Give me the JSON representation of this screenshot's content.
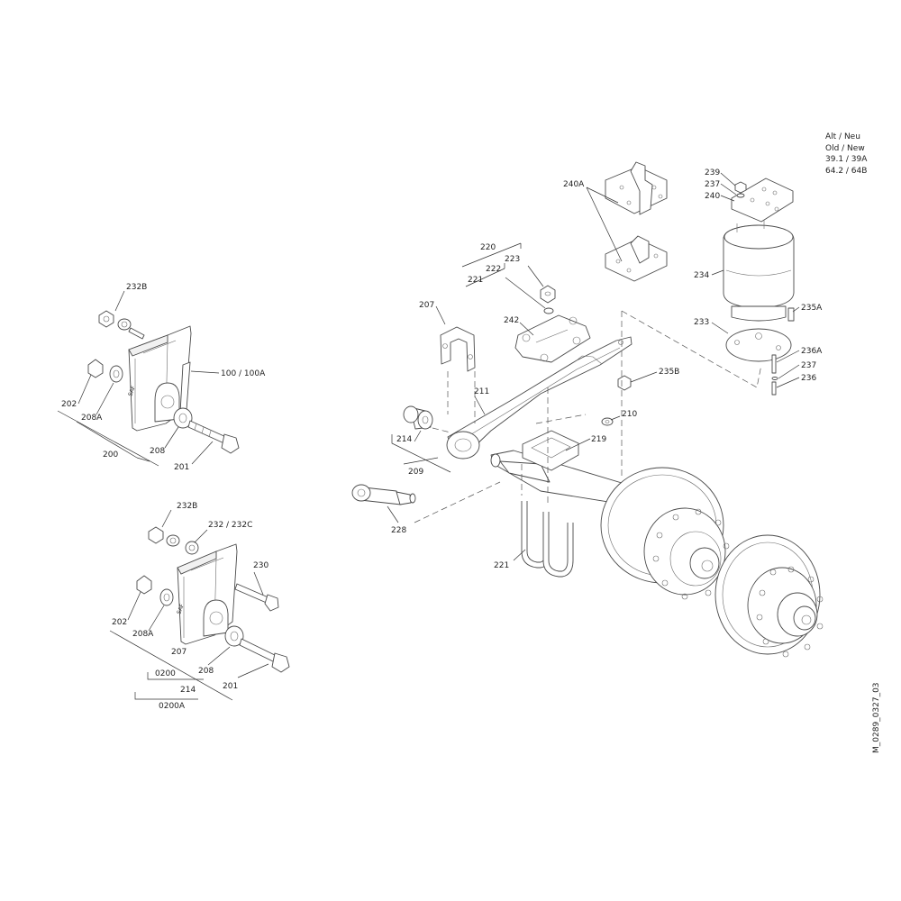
{
  "note": {
    "line1": "Alt / Neu",
    "line2": "Old / New",
    "line3": "39.1 / 39A",
    "line4": "64.2 / 64B"
  },
  "drawing_id": "M_0289_0327_03",
  "callouts": {
    "c232B_top": "232B",
    "c100": "100 / 100A",
    "c202_top": "202",
    "c208A_top": "208A",
    "c208_top": "208",
    "c201_top": "201",
    "c200": "200",
    "c232B_bot": "232B",
    "c232_232C": "232 / 232C",
    "c230": "230",
    "c202_bot": "202",
    "c208A_bot": "208A",
    "c207_bot": "207",
    "c208_bot": "208",
    "c0200": "0200",
    "c214_bot": "214",
    "c201_bot": "201",
    "c0200A": "0200A",
    "c220": "220",
    "c223": "223",
    "c222": "222",
    "c221_top": "221",
    "c207_mid": "207",
    "c242": "242",
    "c211": "211",
    "c214_mid": "214",
    "c209": "209",
    "c228": "228",
    "c210": "210",
    "c219": "219",
    "c221_bot": "221",
    "c235B": "235B",
    "c240A": "240A",
    "c239": "239",
    "c237_top": "237",
    "c240": "240",
    "c234": "234",
    "c233": "233",
    "c235A": "235A",
    "c236A": "236A",
    "c237_bot": "237",
    "c236": "236"
  }
}
